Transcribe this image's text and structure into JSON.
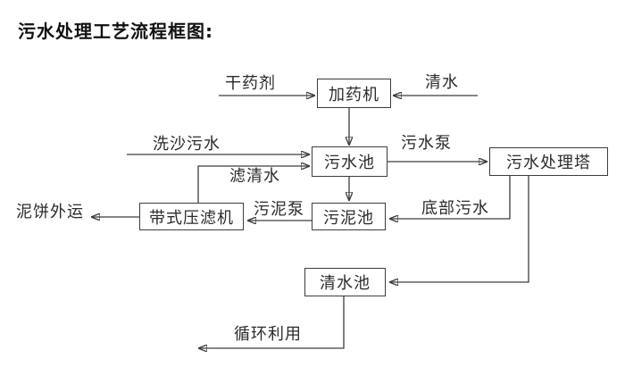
{
  "title": "污水处理工艺流程框图:",
  "colors": {
    "line": "#3d3d3d",
    "text": "#2b2b2b",
    "background": "#ffffff"
  },
  "nodes": [
    {
      "id": "dosing-machine",
      "label": "加药机"
    },
    {
      "id": "sewage-pool",
      "label": "污水池"
    },
    {
      "id": "sewage-treatment-tower",
      "label": "污水处理塔"
    },
    {
      "id": "sludge-pool",
      "label": "污泥池"
    },
    {
      "id": "belt-filter-press",
      "label": "带式压滤机"
    },
    {
      "id": "clear-water-pool",
      "label": "清水池"
    }
  ],
  "edges": [
    {
      "id": "dry-chemical-in",
      "from": "外部",
      "to": "加药机",
      "label": "干药剂"
    },
    {
      "id": "clear-water-in",
      "from": "外部",
      "to": "加药机",
      "label": "清水"
    },
    {
      "id": "dosing-to-sewage",
      "from": "加药机",
      "to": "污水池",
      "label": ""
    },
    {
      "id": "sand-washing-in",
      "from": "外部",
      "to": "污水池",
      "label": "洗沙污水"
    },
    {
      "id": "filtered-water-back",
      "from": "带式压滤机",
      "to": "污水池",
      "label": "滤清水"
    },
    {
      "id": "sewage-pump-line",
      "from": "污水池",
      "to": "污水处理塔",
      "label": "污水泵"
    },
    {
      "id": "sewage-to-sludge",
      "from": "污水池",
      "to": "污泥池",
      "label": ""
    },
    {
      "id": "bottom-sewage-back",
      "from": "污水处理塔",
      "to": "污泥池",
      "label": "底部污水"
    },
    {
      "id": "sludge-pump-line",
      "from": "污泥池",
      "to": "带式压滤机",
      "label": "污泥泵"
    },
    {
      "id": "mud-cake-outbound",
      "from": "带式压滤机",
      "to": "外运",
      "label": "泥饼外运"
    },
    {
      "id": "tower-to-clear-pool",
      "from": "污水处理塔",
      "to": "清水池",
      "label": ""
    },
    {
      "id": "recycle-out",
      "from": "清水池",
      "to": "循环利用",
      "label": "循环利用"
    }
  ]
}
